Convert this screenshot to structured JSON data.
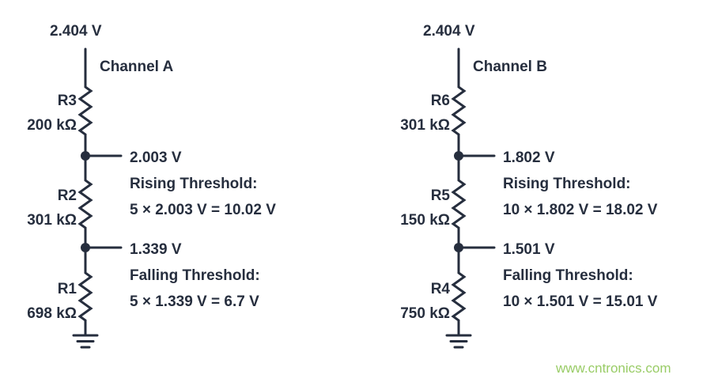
{
  "colors": {
    "ink": "#262e3e",
    "watermark": "#99cc66",
    "background": "#ffffff"
  },
  "channels": [
    {
      "name": "Channel A",
      "supply": "2.404 V",
      "resistors": [
        {
          "ref": "R3",
          "value": "200 kΩ"
        },
        {
          "ref": "R2",
          "value": "301 kΩ"
        },
        {
          "ref": "R1",
          "value": "698 kΩ"
        }
      ],
      "taps": [
        {
          "voltage": "2.003 V",
          "label": "Rising Threshold:",
          "formula": "5 × 2.003 V = 10.02 V"
        },
        {
          "voltage": "1.339 V",
          "label": "Falling Threshold:",
          "formula": "5 × 1.339 V = 6.7 V"
        }
      ]
    },
    {
      "name": "Channel B",
      "supply": "2.404 V",
      "resistors": [
        {
          "ref": "R6",
          "value": "301 kΩ"
        },
        {
          "ref": "R5",
          "value": "150 kΩ"
        },
        {
          "ref": "R4",
          "value": "750 kΩ"
        }
      ],
      "taps": [
        {
          "voltage": "1.802 V",
          "label": "Rising Threshold:",
          "formula": "10 × 1.802 V = 18.02 V"
        },
        {
          "voltage": "1.501 V",
          "label": "Falling Threshold:",
          "formula": "10 × 1.501 V = 15.01 V"
        }
      ]
    }
  ],
  "watermark": "www.cntronics.com"
}
